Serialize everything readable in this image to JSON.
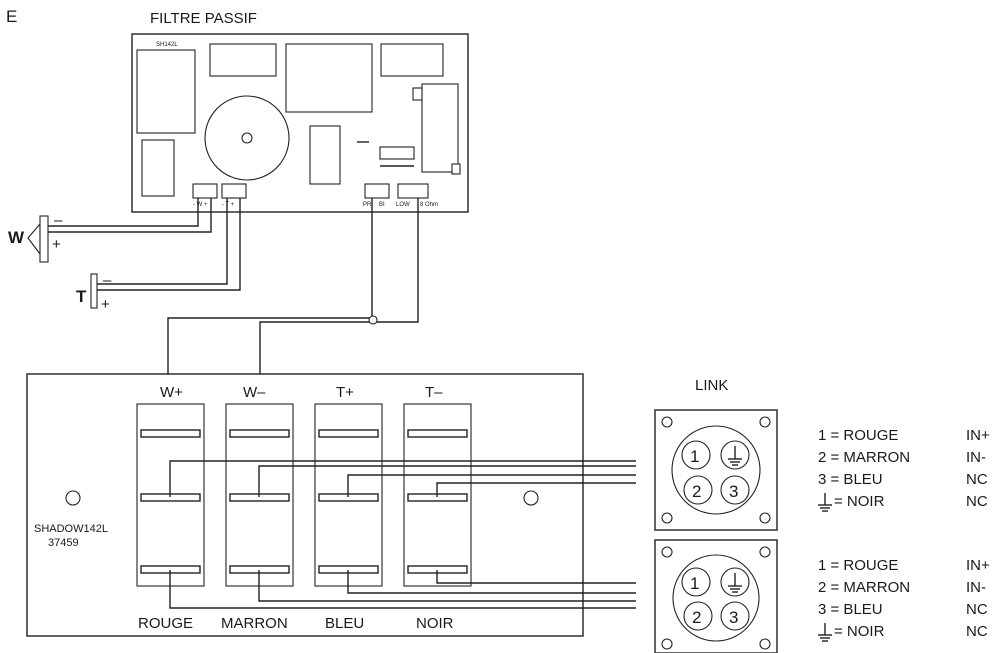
{
  "figure_letter": "E",
  "filter": {
    "title": "FILTRE PASSIF",
    "pcb_code": "SH142L",
    "woofer_terminal_label": "- W +",
    "tweeter_terminal_label": "- T +",
    "input_terminal_labels": [
      "PR",
      "BI",
      "LOW",
      "8 Ohm"
    ]
  },
  "drivers": {
    "woofer_letter": "W",
    "tweeter_letter": "T",
    "minus": "–",
    "plus": "+"
  },
  "terminal_box": {
    "model": "SHADOW142L",
    "serial": "37459",
    "top_labels": [
      "W+",
      "W–",
      "T+",
      "T–"
    ],
    "bottom_labels": [
      "ROUGE",
      "MARRON",
      "BLEU",
      "NOIR"
    ]
  },
  "link": {
    "title": "LINK",
    "pin_numbers": [
      "1",
      "2",
      "3"
    ],
    "legend": [
      {
        "key": "1 = ROUGE",
        "value": "IN+"
      },
      {
        "key": "2 = MARRON",
        "value": "IN-"
      },
      {
        "key": "3 = BLEU",
        "value": "NC"
      },
      {
        "key": "= NOIR",
        "value": "NC"
      }
    ]
  },
  "colors": {
    "line": "#222222",
    "background": "#ffffff"
  }
}
